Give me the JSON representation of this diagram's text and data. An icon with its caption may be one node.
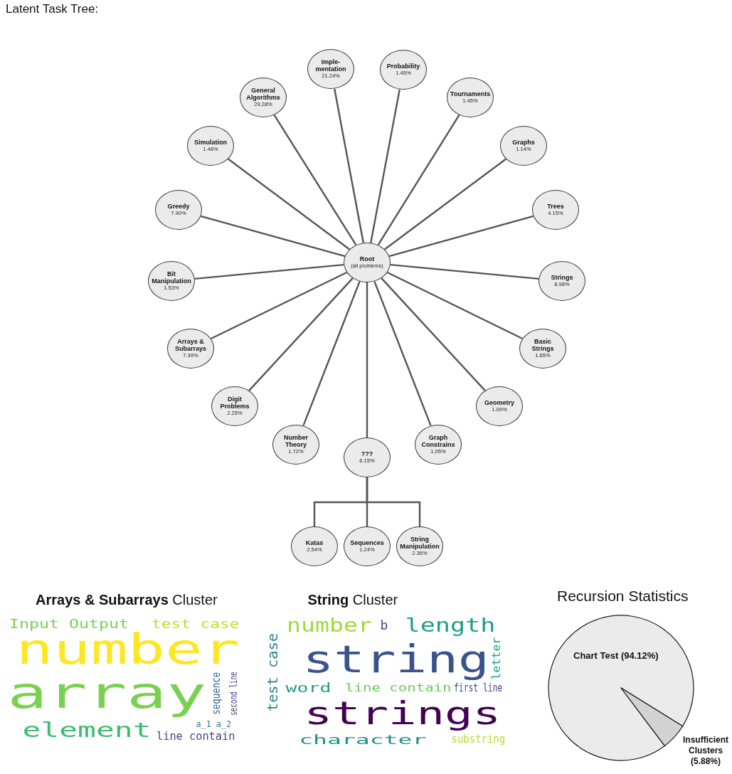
{
  "diagram": {
    "title": "Latent Task Tree:",
    "nodes": [
      {
        "text": [
          "Root",
          "(all problems)"
        ]
      },
      {
        "text": [
          "Imple- mentation",
          "21.24%"
        ]
      },
      {
        "text": [
          "Probability",
          "1.45%"
        ]
      },
      {
        "text": [
          "Tournaments",
          "1.45%"
        ]
      },
      {
        "text": [
          "Graphs",
          "1.14%"
        ]
      },
      {
        "text": [
          "Trees",
          "4.15%"
        ]
      },
      {
        "text": [
          "Strings",
          "8.98%"
        ]
      },
      {
        "text": [
          "Basic Strings",
          "1.65%"
        ]
      },
      {
        "text": [
          "Geometry",
          "1.09%"
        ]
      },
      {
        "text": [
          "Graph Constrains",
          "1.05%"
        ]
      },
      {
        "text": [
          "???",
          "6.15%"
        ]
      },
      {
        "text": [
          "Number Theory",
          "1.72%"
        ]
      },
      {
        "text": [
          "Digit Problems",
          "2.25%"
        ]
      },
      {
        "text": [
          "Arrays & Subarrays",
          "7.39%"
        ]
      },
      {
        "text": [
          "Bit Manipulation",
          "1.53%"
        ]
      },
      {
        "text": [
          "Greedy",
          "7.90%"
        ]
      },
      {
        "text": [
          "Simulation",
          "1.48%"
        ]
      },
      {
        "text": [
          "General Algorithms",
          "29.28%"
        ]
      },
      {
        "text": [
          "Katas",
          "2.54%"
        ]
      },
      {
        "text": [
          "Sequences",
          "1.24%"
        ]
      },
      {
        "text": [
          "String Manipulation",
          "2.36%"
        ]
      }
    ],
    "edges": [
      {
        "from": 0,
        "to": 1,
        "arrow": "none"
      },
      {
        "from": 0,
        "to": 2,
        "arrow": "none"
      },
      {
        "from": 0,
        "to": 3,
        "arrow": "none"
      },
      {
        "from": 0,
        "to": 4,
        "arrow": "none"
      },
      {
        "from": 0,
        "to": 5,
        "arrow": "none"
      },
      {
        "from": 0,
        "to": 6,
        "arrow": "none"
      },
      {
        "from": 0,
        "to": 7,
        "arrow": "none"
      },
      {
        "from": 0,
        "to": 8,
        "arrow": "none"
      },
      {
        "from": 0,
        "to": 9,
        "arrow": "none"
      },
      {
        "from": 0,
        "to": 10,
        "arrow": "none"
      },
      {
        "from": 0,
        "to": 11,
        "arrow": "none"
      },
      {
        "from": 0,
        "to": 12,
        "arrow": "none"
      },
      {
        "from": 0,
        "to": 13,
        "arrow": "none"
      },
      {
        "from": 0,
        "to": 14,
        "arrow": "none"
      },
      {
        "from": 0,
        "to": 15,
        "arrow": "none"
      },
      {
        "from": 0,
        "to": 16,
        "arrow": "none"
      },
      {
        "from": 0,
        "to": 17,
        "arrow": "none"
      },
      {
        "from": 10,
        "to": 18,
        "arrow": "none"
      },
      {
        "from": 10,
        "to": 19,
        "arrow": "none"
      },
      {
        "from": 10,
        "to": 20,
        "arrow": "none"
      }
    ],
    "labels": [
      "**Arrays & Subarrays** Cluster",
      "**String** Cluster",
      "Input Output",
      "test case",
      "number",
      "array",
      "element",
      "line contain",
      "a_1 a_2",
      "sequence",
      "second line",
      "number",
      "b",
      "length",
      "test case",
      "string",
      "letter",
      "word",
      "line contain",
      "first line",
      "strings",
      "character",
      "substring"
    ],
    "chart_data": {
      "type": "pie",
      "title": "Recursion Statistics",
      "categories": [
        "Chart Test (94.12%)",
        "Insufficient Clusters (5.88%)"
      ],
      "values": [
        94.12,
        5.88
      ]
    }
  }
}
